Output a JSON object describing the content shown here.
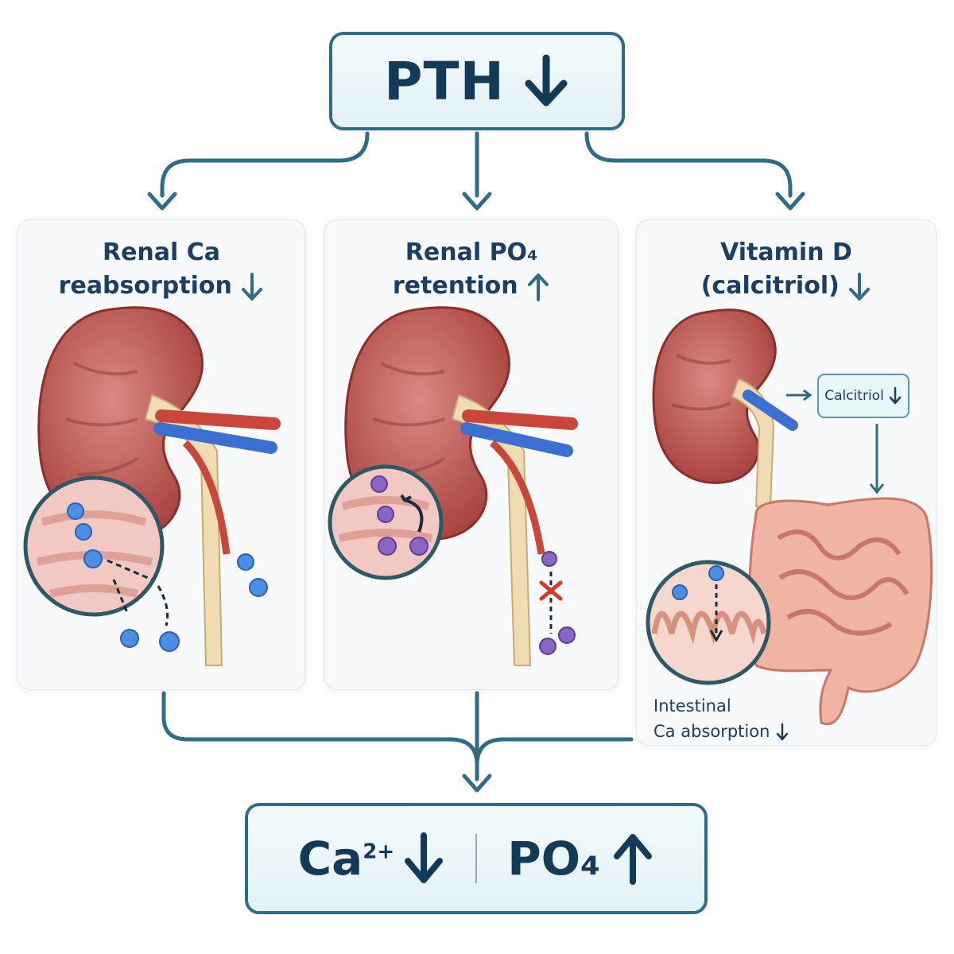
{
  "top": {
    "label": "PTH"
  },
  "panels": [
    {
      "line1": "Renal Ca",
      "line2": "reabsorption",
      "direction": "down"
    },
    {
      "line1": "Renal PO₄",
      "line2": "retention",
      "direction": "up"
    },
    {
      "line1": "Vitamin D",
      "line2": "(calcitriol)",
      "direction": "down"
    }
  ],
  "calcitriol_box": {
    "label": "Calcitriol"
  },
  "intestinal": {
    "line1": "Intestinal",
    "line2": "Ca absorption"
  },
  "result": {
    "ca_label": "Ca",
    "ca_charge": "2+",
    "po4_label": "PO₄"
  },
  "colors": {
    "teal": "#2f6d84",
    "navy": "#143a5a",
    "calcium": "#4a8ee6",
    "phosphate": "#8a66c4",
    "blocked": "#d23a2a"
  }
}
